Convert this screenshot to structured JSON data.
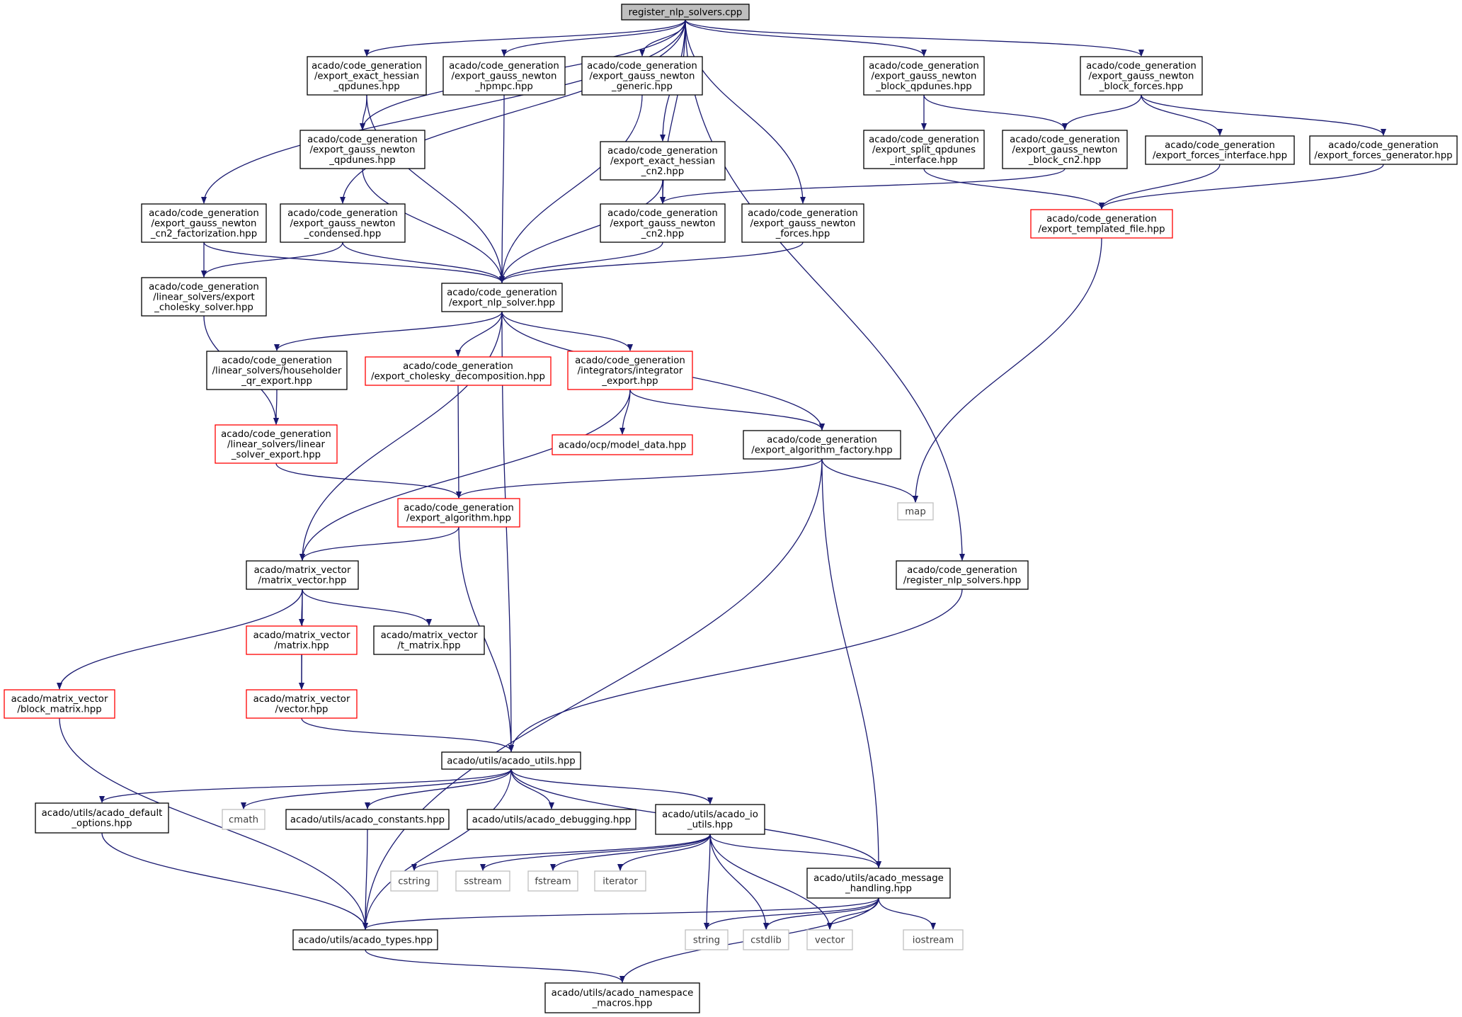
{
  "colors": {
    "edge": "#191970",
    "normal_border": "#000000",
    "red_border": "#ff0000",
    "system_border": "#bfbfbf",
    "root_fill": "#bfbfbf"
  },
  "nodes": [
    {
      "id": "root",
      "kind": "root",
      "lines": [
        "register_nlp_solvers.cpp"
      ]
    },
    {
      "id": "eeh_qpdunes",
      "kind": "normal",
      "lines": [
        "acado/code_generation",
        "/export_exact_hessian",
        "_qpdunes.hpp"
      ]
    },
    {
      "id": "egn_hpmpc",
      "kind": "normal",
      "lines": [
        "acado/code_generation",
        "/export_gauss_newton",
        "_hpmpc.hpp"
      ]
    },
    {
      "id": "egn_generic",
      "kind": "normal",
      "lines": [
        "acado/code_generation",
        "/export_gauss_newton",
        "_generic.hpp"
      ]
    },
    {
      "id": "egn_block_qpdunes",
      "kind": "normal",
      "lines": [
        "acado/code_generation",
        "/export_gauss_newton",
        "_block_qpdunes.hpp"
      ]
    },
    {
      "id": "egn_block_forces",
      "kind": "normal",
      "lines": [
        "acado/code_generation",
        "/export_gauss_newton",
        "_block_forces.hpp"
      ]
    },
    {
      "id": "egn_qpdunes",
      "kind": "normal",
      "lines": [
        "acado/code_generation",
        "/export_gauss_newton",
        "_qpdunes.hpp"
      ]
    },
    {
      "id": "eeh_cn2",
      "kind": "normal",
      "lines": [
        "acado/code_generation",
        "/export_exact_hessian",
        "_cn2.hpp"
      ]
    },
    {
      "id": "split_qpdunes",
      "kind": "normal",
      "lines": [
        "acado/code_generation",
        "/export_split_qpdunes",
        "_interface.hpp"
      ]
    },
    {
      "id": "egn_block_cn2",
      "kind": "normal",
      "lines": [
        "acado/code_generation",
        "/export_gauss_newton",
        "_block_cn2.hpp"
      ]
    },
    {
      "id": "forces_interface",
      "kind": "normal",
      "lines": [
        "acado/code_generation",
        "/export_forces_interface.hpp"
      ]
    },
    {
      "id": "forces_generator",
      "kind": "normal",
      "lines": [
        "acado/code_generation",
        "/export_forces_generator.hpp"
      ]
    },
    {
      "id": "egn_cn2_fact",
      "kind": "normal",
      "lines": [
        "acado/code_generation",
        "/export_gauss_newton",
        "_cn2_factorization.hpp"
      ]
    },
    {
      "id": "egn_condensed",
      "kind": "normal",
      "lines": [
        "acado/code_generation",
        "/export_gauss_newton",
        "_condensed.hpp"
      ]
    },
    {
      "id": "egn_cn2",
      "kind": "normal",
      "lines": [
        "acado/code_generation",
        "/export_gauss_newton",
        "_cn2.hpp"
      ]
    },
    {
      "id": "egn_forces",
      "kind": "normal",
      "lines": [
        "acado/code_generation",
        "/export_gauss_newton",
        "_forces.hpp"
      ]
    },
    {
      "id": "templated_file",
      "kind": "red",
      "lines": [
        "acado/code_generation",
        "/export_templated_file.hpp"
      ]
    },
    {
      "id": "cholesky_solver",
      "kind": "normal",
      "lines": [
        "acado/code_generation",
        "/linear_solvers/export",
        "_cholesky_solver.hpp"
      ]
    },
    {
      "id": "nlp_solver",
      "kind": "normal",
      "lines": [
        "acado/code_generation",
        "/export_nlp_solver.hpp"
      ]
    },
    {
      "id": "householder",
      "kind": "normal",
      "lines": [
        "acado/code_generation",
        "/linear_solvers/householder",
        "_qr_export.hpp"
      ]
    },
    {
      "id": "cholesky_decomp",
      "kind": "red",
      "lines": [
        "acado/code_generation",
        "/export_cholesky_decomposition.hpp"
      ]
    },
    {
      "id": "integrator_export",
      "kind": "red",
      "lines": [
        "acado/code_generation",
        "/integrators/integrator",
        "_export.hpp"
      ]
    },
    {
      "id": "model_data",
      "kind": "red",
      "lines": [
        "acado/ocp/model_data.hpp"
      ]
    },
    {
      "id": "linear_solver_export",
      "kind": "red",
      "lines": [
        "acado/code_generation",
        "/linear_solvers/linear",
        "_solver_export.hpp"
      ]
    },
    {
      "id": "algorithm_factory",
      "kind": "normal",
      "lines": [
        "acado/code_generation",
        "/export_algorithm_factory.hpp"
      ]
    },
    {
      "id": "map",
      "kind": "sys",
      "lines": [
        "map"
      ]
    },
    {
      "id": "export_algorithm",
      "kind": "red",
      "lines": [
        "acado/code_generation",
        "/export_algorithm.hpp"
      ]
    },
    {
      "id": "register_nlp_hpp",
      "kind": "normal",
      "lines": [
        "acado/code_generation",
        "/register_nlp_solvers.hpp"
      ]
    },
    {
      "id": "matrix_vector",
      "kind": "normal",
      "lines": [
        "acado/matrix_vector",
        "/matrix_vector.hpp"
      ]
    },
    {
      "id": "matrix",
      "kind": "red",
      "lines": [
        "acado/matrix_vector",
        "/matrix.hpp"
      ]
    },
    {
      "id": "t_matrix",
      "kind": "normal",
      "lines": [
        "acado/matrix_vector",
        "/t_matrix.hpp"
      ]
    },
    {
      "id": "block_matrix",
      "kind": "red",
      "lines": [
        "acado/matrix_vector",
        "/block_matrix.hpp"
      ]
    },
    {
      "id": "vector",
      "kind": "red",
      "lines": [
        "acado/matrix_vector",
        "/vector.hpp"
      ]
    },
    {
      "id": "acado_utils",
      "kind": "normal",
      "lines": [
        "acado/utils/acado_utils.hpp"
      ]
    },
    {
      "id": "default_options",
      "kind": "normal",
      "lines": [
        "acado/utils/acado_default",
        "_options.hpp"
      ]
    },
    {
      "id": "cmath",
      "kind": "sys",
      "lines": [
        "cmath"
      ]
    },
    {
      "id": "constants",
      "kind": "normal",
      "lines": [
        "acado/utils/acado_constants.hpp"
      ]
    },
    {
      "id": "debugging",
      "kind": "normal",
      "lines": [
        "acado/utils/acado_debugging.hpp"
      ]
    },
    {
      "id": "io_utils",
      "kind": "normal",
      "lines": [
        "acado/utils/acado_io",
        "_utils.hpp"
      ]
    },
    {
      "id": "cstring",
      "kind": "sys",
      "lines": [
        "cstring"
      ]
    },
    {
      "id": "sstream",
      "kind": "sys",
      "lines": [
        "sstream"
      ]
    },
    {
      "id": "fstream",
      "kind": "sys",
      "lines": [
        "fstream"
      ]
    },
    {
      "id": "iterator",
      "kind": "sys",
      "lines": [
        "iterator"
      ]
    },
    {
      "id": "message_handling",
      "kind": "normal",
      "lines": [
        "acado/utils/acado_message",
        "_handling.hpp"
      ]
    },
    {
      "id": "acado_types",
      "kind": "normal",
      "lines": [
        "acado/utils/acado_types.hpp"
      ]
    },
    {
      "id": "string",
      "kind": "sys",
      "lines": [
        "string"
      ]
    },
    {
      "id": "cstdlib",
      "kind": "sys",
      "lines": [
        "cstdlib"
      ]
    },
    {
      "id": "vector_std",
      "kind": "sys",
      "lines": [
        "vector"
      ]
    },
    {
      "id": "iostream",
      "kind": "sys",
      "lines": [
        "iostream"
      ]
    },
    {
      "id": "namespace_macros",
      "kind": "normal",
      "lines": [
        "acado/utils/acado_namespace",
        "_macros.hpp"
      ]
    }
  ],
  "edges": [
    [
      "root",
      "eeh_qpdunes"
    ],
    [
      "root",
      "egn_hpmpc"
    ],
    [
      "root",
      "egn_generic"
    ],
    [
      "root",
      "egn_block_qpdunes"
    ],
    [
      "root",
      "egn_block_forces"
    ],
    [
      "root",
      "egn_qpdunes"
    ],
    [
      "root",
      "eeh_cn2"
    ],
    [
      "root",
      "egn_cn2_fact"
    ],
    [
      "root",
      "egn_condensed"
    ],
    [
      "root",
      "egn_cn2"
    ],
    [
      "root",
      "egn_forces"
    ],
    [
      "root",
      "register_nlp_hpp"
    ],
    [
      "eeh_qpdunes",
      "egn_qpdunes"
    ],
    [
      "eeh_qpdunes",
      "nlp_solver"
    ],
    [
      "egn_hpmpc",
      "nlp_solver"
    ],
    [
      "egn_generic",
      "nlp_solver"
    ],
    [
      "egn_block_qpdunes",
      "split_qpdunes"
    ],
    [
      "egn_block_qpdunes",
      "egn_block_cn2"
    ],
    [
      "egn_block_forces",
      "egn_block_cn2"
    ],
    [
      "egn_block_forces",
      "forces_interface"
    ],
    [
      "egn_block_forces",
      "forces_generator"
    ],
    [
      "egn_qpdunes",
      "nlp_solver"
    ],
    [
      "eeh_cn2",
      "egn_cn2"
    ],
    [
      "eeh_cn2",
      "nlp_solver"
    ],
    [
      "split_qpdunes",
      "templated_file"
    ],
    [
      "egn_block_cn2",
      "egn_cn2"
    ],
    [
      "forces_interface",
      "templated_file"
    ],
    [
      "forces_generator",
      "templated_file"
    ],
    [
      "egn_cn2_fact",
      "cholesky_solver"
    ],
    [
      "egn_cn2_fact",
      "nlp_solver"
    ],
    [
      "egn_condensed",
      "cholesky_solver"
    ],
    [
      "egn_condensed",
      "nlp_solver"
    ],
    [
      "egn_cn2",
      "nlp_solver"
    ],
    [
      "egn_forces",
      "nlp_solver"
    ],
    [
      "templated_file",
      "map"
    ],
    [
      "cholesky_solver",
      "linear_solver_export"
    ],
    [
      "nlp_solver",
      "householder"
    ],
    [
      "nlp_solver",
      "cholesky_decomp"
    ],
    [
      "nlp_solver",
      "integrator_export"
    ],
    [
      "nlp_solver",
      "algorithm_factory"
    ],
    [
      "nlp_solver",
      "matrix_vector"
    ],
    [
      "nlp_solver",
      "acado_utils"
    ],
    [
      "householder",
      "linear_solver_export"
    ],
    [
      "cholesky_decomp",
      "export_algorithm"
    ],
    [
      "integrator_export",
      "model_data"
    ],
    [
      "integrator_export",
      "algorithm_factory"
    ],
    [
      "integrator_export",
      "matrix_vector"
    ],
    [
      "linear_solver_export",
      "export_algorithm"
    ],
    [
      "algorithm_factory",
      "export_algorithm"
    ],
    [
      "algorithm_factory",
      "map"
    ],
    [
      "algorithm_factory",
      "message_handling"
    ],
    [
      "algorithm_factory",
      "acado_types"
    ],
    [
      "export_algorithm",
      "matrix_vector"
    ],
    [
      "export_algorithm",
      "acado_utils"
    ],
    [
      "register_nlp_hpp",
      "acado_utils"
    ],
    [
      "matrix_vector",
      "matrix"
    ],
    [
      "matrix_vector",
      "t_matrix"
    ],
    [
      "matrix_vector",
      "block_matrix"
    ],
    [
      "matrix_vector",
      "vector"
    ],
    [
      "matrix",
      "vector"
    ],
    [
      "vector",
      "acado_utils"
    ],
    [
      "block_matrix",
      "acado_types"
    ],
    [
      "acado_utils",
      "default_options"
    ],
    [
      "acado_utils",
      "cmath"
    ],
    [
      "acado_utils",
      "constants"
    ],
    [
      "acado_utils",
      "debugging"
    ],
    [
      "acado_utils",
      "io_utils"
    ],
    [
      "acado_utils",
      "message_handling"
    ],
    [
      "acado_utils",
      "acado_types"
    ],
    [
      "default_options",
      "acado_types"
    ],
    [
      "constants",
      "acado_types"
    ],
    [
      "io_utils",
      "cstring"
    ],
    [
      "io_utils",
      "sstream"
    ],
    [
      "io_utils",
      "fstream"
    ],
    [
      "io_utils",
      "iterator"
    ],
    [
      "io_utils",
      "message_handling"
    ],
    [
      "io_utils",
      "string"
    ],
    [
      "io_utils",
      "cstdlib"
    ],
    [
      "io_utils",
      "vector_std"
    ],
    [
      "message_handling",
      "acado_types"
    ],
    [
      "message_handling",
      "string"
    ],
    [
      "message_handling",
      "cstdlib"
    ],
    [
      "message_handling",
      "vector_std"
    ],
    [
      "message_handling",
      "iostream"
    ],
    [
      "message_handling",
      "namespace_macros"
    ],
    [
      "acado_types",
      "namespace_macros"
    ]
  ]
}
